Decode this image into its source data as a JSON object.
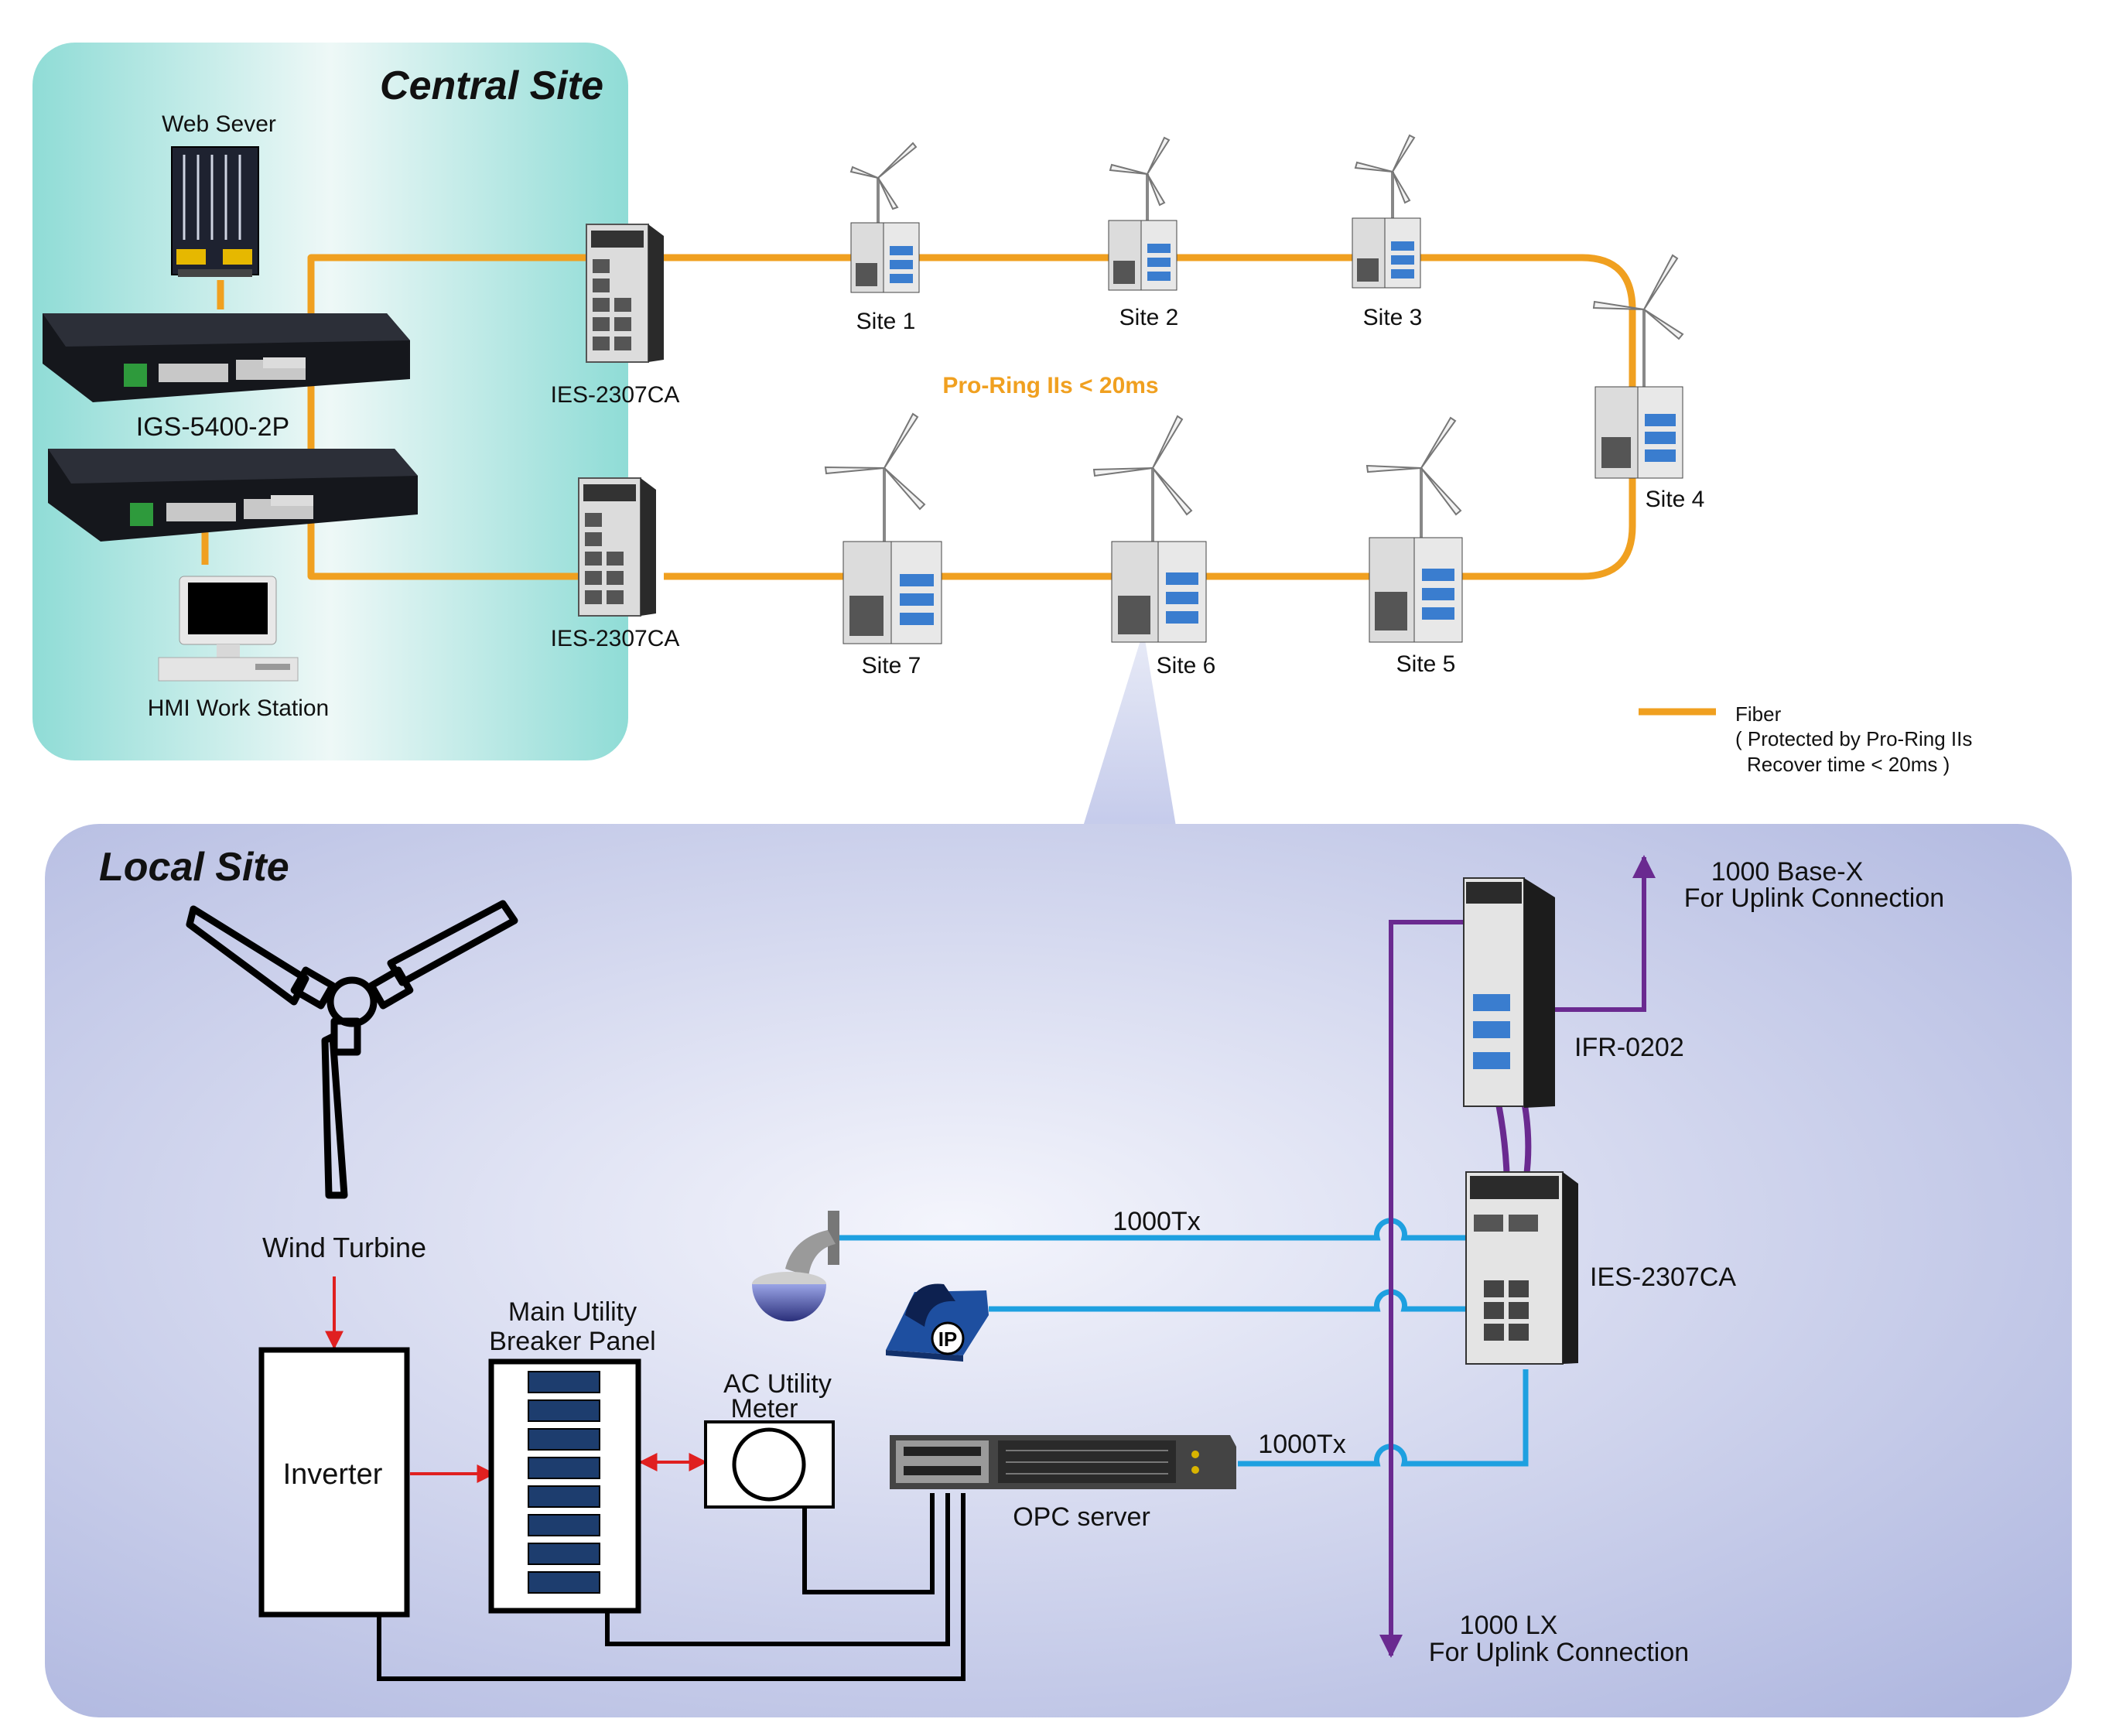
{
  "central_site": {
    "title": "Central Site",
    "web_server_label": "Web Sever",
    "core_switch_label": "IGS-5400-2P",
    "hmi_label": "HMI Work Station",
    "ies_top_label": "IES-2307CA",
    "ies_bottom_label": "IES-2307CA"
  },
  "ring": {
    "label": "Pro-Ring IIs < 20ms",
    "sites": [
      "Site 1",
      "Site 2",
      "Site 3",
      "Site 4",
      "Site 5",
      "Site 6",
      "Site 7"
    ]
  },
  "legend": {
    "line1": "Fiber",
    "line2": "( Protected by Pro-Ring IIs",
    "line3": "Recover time < 20ms )"
  },
  "local_site": {
    "title": "Local Site",
    "wind_turbine_label": "Wind Turbine",
    "inverter_label": "Inverter",
    "breaker_label_1": "Main Utility",
    "breaker_label_2": "Breaker Panel",
    "meter_label_1": "AC Utility",
    "meter_label_2": "Meter",
    "opc_label": "OPC server",
    "tx_label_1": "1000Tx",
    "tx_label_2": "1000Tx",
    "ifr_label": "IFR-0202",
    "ies_label": "IES-2307CA",
    "uplink_top_1": "1000 Base-X",
    "uplink_top_2": "For Uplink Connection",
    "uplink_bottom_1": "1000 LX",
    "uplink_bottom_2": "For Uplink Connection",
    "ip_phone_text": "IP"
  },
  "colors": {
    "fiber": "#f0a020",
    "copper": "#1ea0e0",
    "uplink": "#6a2a90",
    "power": "#e02020",
    "central_bg": "#9fe0dc",
    "local_bg": "#bcc4e6",
    "ring_label": "#f0a020"
  }
}
